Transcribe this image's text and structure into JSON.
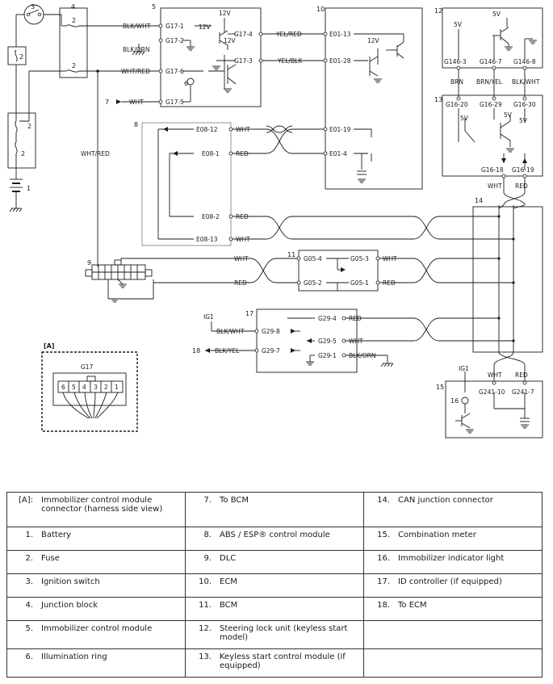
{
  "diagram": {
    "callouts": [
      "1",
      "2",
      "3",
      "4",
      "5",
      "6",
      "7",
      "8",
      "9",
      "10",
      "11",
      "12",
      "13",
      "14",
      "15",
      "16",
      "17",
      "18"
    ],
    "view_label": "[A]",
    "fuse_labels": [
      "2",
      "2",
      "2",
      "2",
      "2"
    ],
    "supply": {
      "v12": "12V",
      "v5": "5V"
    },
    "ig1": "IG1",
    "terminals": {
      "g17_1": "G17-1",
      "g17_2": "G17-2",
      "g17_3": "G17-3",
      "g17_4": "G17-4",
      "g17_5": "G17-5",
      "g17_6": "G17-6",
      "e01_13": "E01-13",
      "e01_28": "E01-28",
      "e01_19": "E01-19",
      "e01_4": "E01-4",
      "e08_12": "E08-12",
      "e08_1": "E08-1",
      "e08_2": "E08-2",
      "e08_13": "E08-13",
      "g05_4": "G05-4",
      "g05_3": "G05-3",
      "g05_2": "G05-2",
      "g05_1": "G05-1",
      "g146_3": "G146-3",
      "g146_7": "G146-7",
      "g146_8": "G146-8",
      "g16_20": "G16-20",
      "g16_29": "G16-29",
      "g16_30": "G16-30",
      "g16_18": "G16-18",
      "g16_19": "G16-19",
      "g29_4": "G29-4",
      "g29_8": "G29-8",
      "g29_5": "G29-5",
      "g29_7": "G29-7",
      "g29_1": "G29-1",
      "g241_10": "G241-10",
      "g241_7": "G241-7"
    },
    "wires": {
      "blk_wht": "BLK/WHT",
      "blk_orn": "BLK/ORN",
      "wht_red": "WHT/RED",
      "wht": "WHT",
      "red": "RED",
      "yel_red": "YEL/RED",
      "yel_blk": "YEL/BLK",
      "brn": "BRN",
      "brn_yel": "BRN/YEL",
      "blk_yel": "BLK/YEL"
    },
    "connector": {
      "name": "G17",
      "pins": [
        "6",
        "5",
        "4",
        "3",
        "2",
        "1"
      ]
    }
  },
  "legend": [
    [
      {
        "n": "[A]:",
        "d": "Immobilizer control module connector (harness side view)"
      },
      {
        "n": "7.",
        "d": "To BCM"
      },
      {
        "n": "14.",
        "d": "CAN junction connector"
      }
    ],
    [
      {
        "n": "1.",
        "d": "Battery"
      },
      {
        "n": "8.",
        "d": "ABS / ESP® control module"
      },
      {
        "n": "15.",
        "d": "Combination meter"
      }
    ],
    [
      {
        "n": "2.",
        "d": "Fuse"
      },
      {
        "n": "9.",
        "d": "DLC"
      },
      {
        "n": "16.",
        "d": "Immobilizer indicator light"
      }
    ],
    [
      {
        "n": "3.",
        "d": "Ignition switch"
      },
      {
        "n": "10.",
        "d": "ECM"
      },
      {
        "n": "17.",
        "d": "ID controller (if equipped)"
      }
    ],
    [
      {
        "n": "4.",
        "d": "Junction block"
      },
      {
        "n": "11.",
        "d": "BCM"
      },
      {
        "n": "18.",
        "d": "To ECM"
      }
    ],
    [
      {
        "n": "5.",
        "d": "Immobilizer control module"
      },
      {
        "n": "12.",
        "d": "Steering lock unit (keyless start model)"
      },
      {
        "n": "",
        "d": ""
      }
    ],
    [
      {
        "n": "6.",
        "d": "Illumination ring"
      },
      {
        "n": "13.",
        "d": "Keyless start control module (if equipped)"
      },
      {
        "n": "",
        "d": ""
      }
    ]
  ]
}
